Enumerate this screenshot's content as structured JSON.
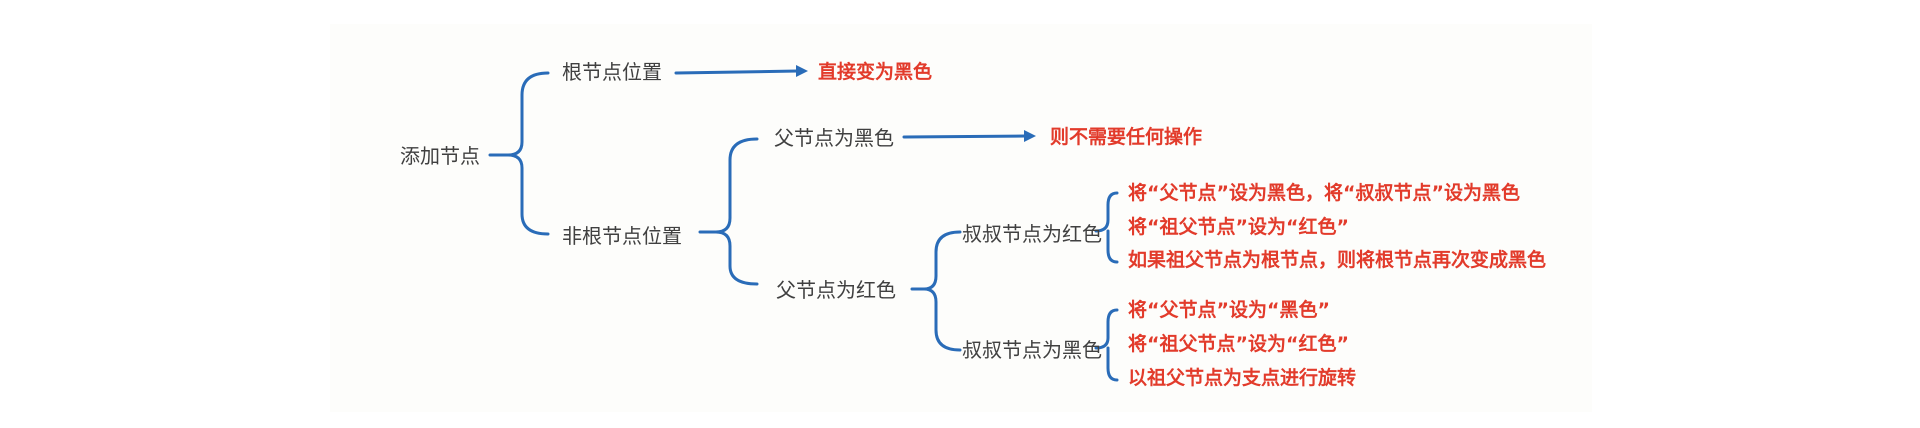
{
  "colors": {
    "connector": "#2a6cb8",
    "action_text": "#e23b2b",
    "node_text": "#404040",
    "panel_background": "#fdfdfb"
  },
  "diagram": {
    "root": "添加节点",
    "root_position": "根节点位置",
    "non_root_position": "非根节点位置",
    "root_action": "直接变为黑色",
    "parent_black": "父节点为黑色",
    "parent_black_action": "则不需要任何操作",
    "parent_red": "父节点为红色",
    "uncle_red": "叔叔节点为红色",
    "uncle_red_actions": [
      "将“父节点”设为黑色，将“叔叔节点”设为黑色",
      "将“祖父节点”设为“红色”",
      "如果祖父节点为根节点，则将根节点再次变成黑色"
    ],
    "uncle_black": "叔叔节点为黑色",
    "uncle_black_actions": [
      "将“父节点”设为“黑色”",
      "将“祖父节点”设为“红色”",
      "以祖父节点为支点进行旋转"
    ]
  }
}
